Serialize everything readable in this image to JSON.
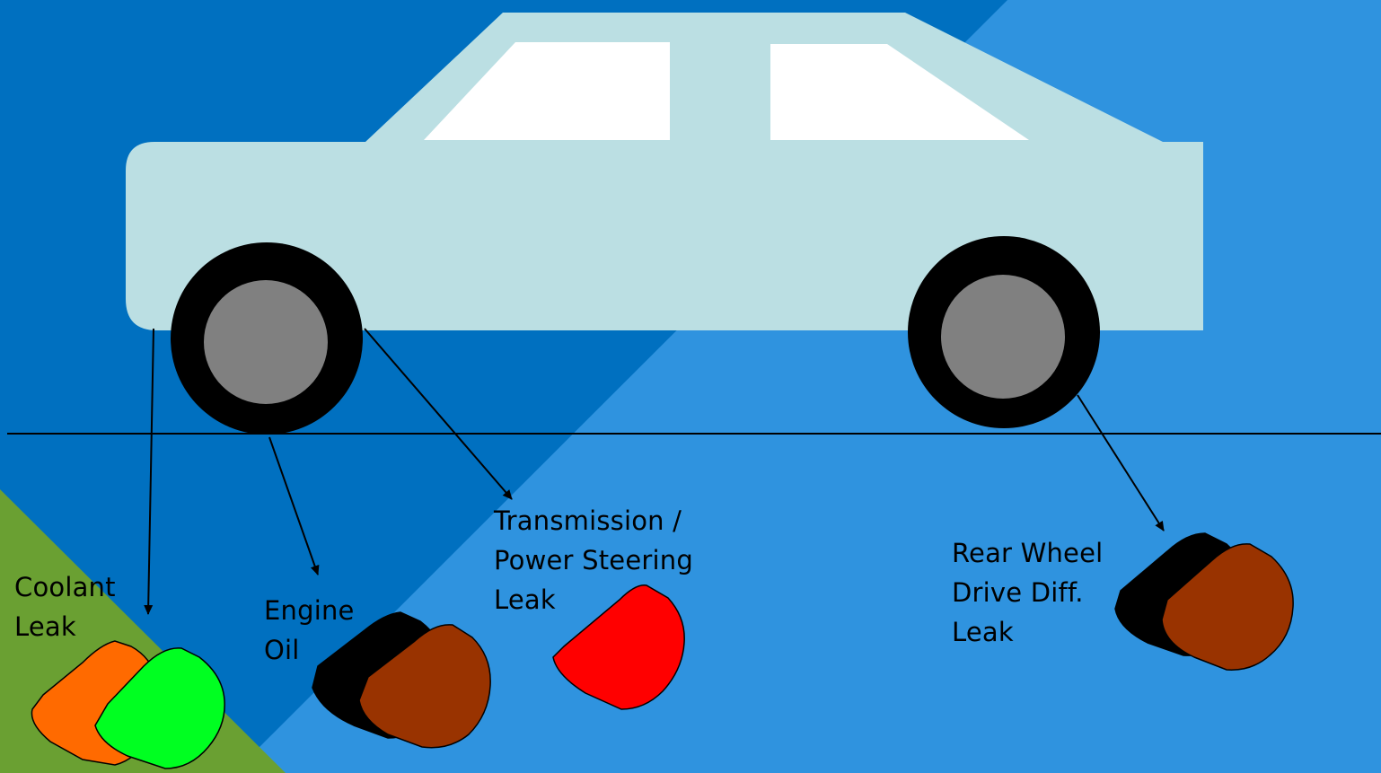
{
  "colors": {
    "background_dark_blue": "#0070c0",
    "background_light_blue": "#2f93df",
    "corner_green": "#6aa032",
    "car_body": "#bbdfe3",
    "window": "#ffffff",
    "tire": "#000000",
    "rim": "#808080",
    "coolant_orange": "#ff6a00",
    "coolant_green": "#00ff21",
    "oil_black": "#000000",
    "oil_brown": "#993300",
    "transmission_red": "#ff0000"
  },
  "icons": [
    "car-icon",
    "coolant-puddle-icon",
    "engine-oil-puddle-icon",
    "transmission-puddle-icon",
    "differential-puddle-icon"
  ],
  "labels": {
    "coolant": [
      "Coolant",
      "Leak"
    ],
    "engine_oil": [
      "Engine",
      "Oil"
    ],
    "transmission": [
      "Transmission /",
      "Power Steering",
      "Leak"
    ],
    "rear_diff": [
      "Rear Wheel",
      "Drive Diff.",
      "Leak"
    ]
  }
}
